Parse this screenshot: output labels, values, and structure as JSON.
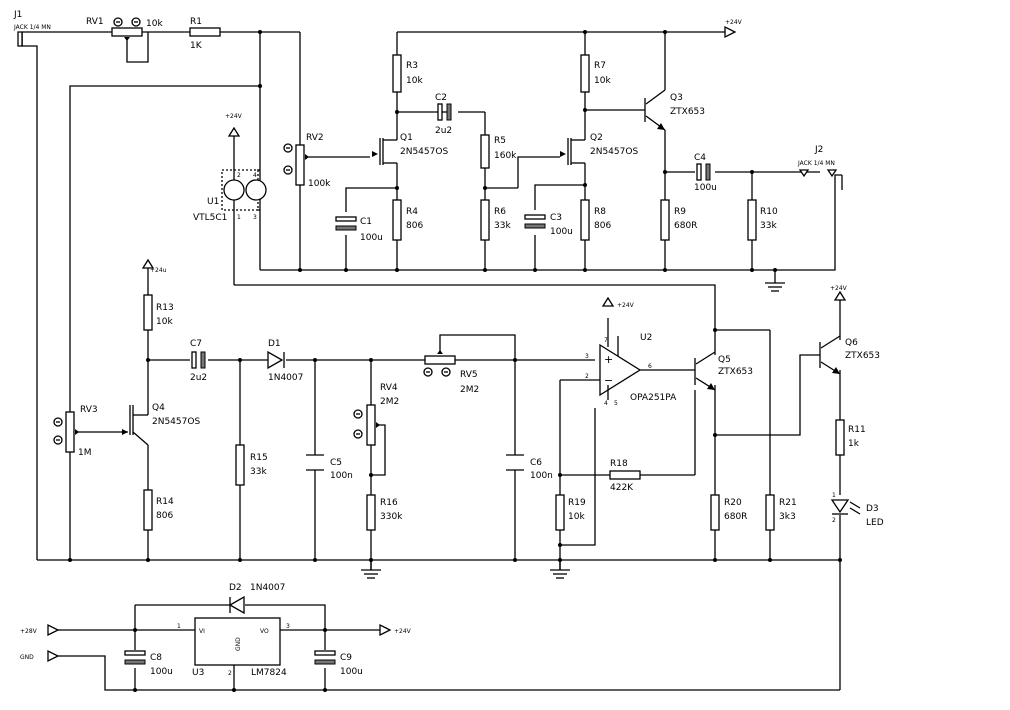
{
  "labels": {
    "J1": "J1",
    "J1_type": "JACK 1/4 MN",
    "RV1": "RV1",
    "RV1_val": "10k",
    "R1": "R1",
    "R1_val": "1K",
    "RV2": "RV2",
    "RV2_val": "100k",
    "U1": "U1",
    "U1_val": "VTL5C1",
    "R3": "R3",
    "R3_val": "10k",
    "C2": "C2",
    "C2_val": "2u2",
    "Q1": "Q1",
    "Q1_val": "2N5457OS",
    "C1": "C1",
    "C1_val": "100u",
    "R4": "R4",
    "R4_val": "806",
    "R5": "R5",
    "R5_val": "160k",
    "R6": "R6",
    "R6_val": "33k",
    "C3": "C3",
    "C3_val": "100u",
    "R7": "R7",
    "R7_val": "10k",
    "Q2": "Q2",
    "Q2_val": "2N5457OS",
    "R8": "R8",
    "R8_val": "806",
    "Q3": "Q3",
    "Q3_val": "ZTX653",
    "C4": "C4",
    "C4_val": "100u",
    "R9": "R9",
    "R9_val": "680R",
    "R10": "R10",
    "R10_val": "33k",
    "J2": "J2",
    "J2_type": "JACK 1/4 MN",
    "R13": "R13",
    "R13_val": "10k",
    "C7": "C7",
    "C7_val": "2u2",
    "D1": "D1",
    "D1_val": "1N4007",
    "RV3": "RV3",
    "RV3_val": "1M",
    "Q4": "Q4",
    "Q4_val": "2N5457OS",
    "R14": "R14",
    "R14_val": "806",
    "R15": "R15",
    "R15_val": "33k",
    "C5": "C5",
    "C5_val": "100n",
    "RV4": "RV4",
    "RV4_val": "2M2",
    "R16": "R16",
    "R16_val": "330k",
    "RV5": "RV5",
    "RV5_val": "2M2",
    "C6": "C6",
    "C6_val": "100n",
    "U2": "U2",
    "U2_val": "OPA251PA",
    "R18": "R18",
    "R18_val": "422K",
    "R19": "R19",
    "R19_val": "10k",
    "Q5": "Q5",
    "Q5_val": "ZTX653",
    "R20": "R20",
    "R20_val": "680R",
    "R21": "R21",
    "R21_val": "3k3",
    "Q6": "Q6",
    "Q6_val": "ZTX653",
    "R11": "R11",
    "R11_val": "1k",
    "D3": "D3",
    "D3_val": "LED",
    "D2": "D2",
    "D2_val": "1N4007",
    "U3": "U3",
    "U3_val": "LM7824",
    "C8": "C8",
    "C8_val": "100u",
    "C9": "C9",
    "C9_val": "100u"
  },
  "supplies": {
    "p24v": "+24V",
    "p24u": "+24u",
    "p28v": "+28V",
    "gnd": "GND"
  },
  "pins": {
    "u1_p2": "2",
    "u1_p4": "4",
    "u1_p1": "1",
    "u1_p3": "3",
    "u2_p3": "3",
    "u2_p2": "2",
    "u2_p6": "6",
    "u2_p7": "7",
    "u2_p4": "4",
    "u2_p5": "5",
    "u2_plus": "+",
    "u2_minus": "−",
    "u3_p1": "1",
    "u3_p2": "2",
    "u3_p3": "3",
    "u3_vi": "VI",
    "u3_vo": "VO",
    "u3_gnd": "GND",
    "d3_p1": "1",
    "d3_p2": "2",
    "pot_mark_1": "1",
    "pot_mark_2": "2",
    "pot_mark_3": "3"
  }
}
